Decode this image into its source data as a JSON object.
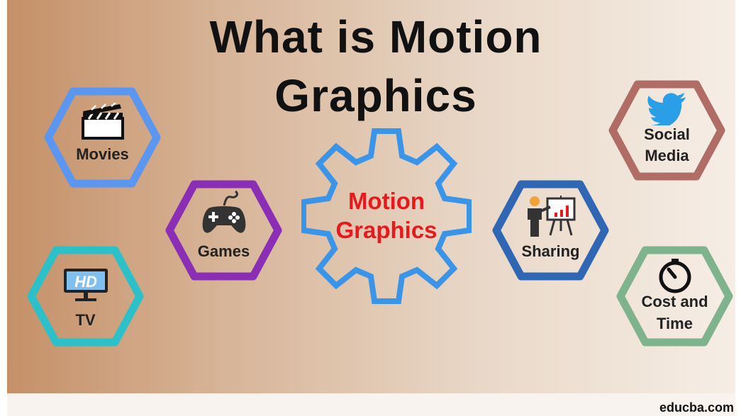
{
  "title": {
    "line1": "What is Motion",
    "line2": "Graphics"
  },
  "center": {
    "line1": "Motion",
    "line2": "Graphics",
    "color": "#e8191c",
    "outline_color": "#3a95e8"
  },
  "nodes": {
    "movies": {
      "label": "Movies",
      "icon": "clapperboard-icon",
      "color": "#5b96f0"
    },
    "tv": {
      "label": "TV",
      "icon": "hd-tv-icon",
      "icon_text": "HD",
      "color": "#2cc0c9"
    },
    "games": {
      "label": "Games",
      "icon": "gamepad-icon",
      "color": "#8a2eb5"
    },
    "sharing": {
      "label": "Sharing",
      "icon": "presentation-icon",
      "color": "#2f67b5"
    },
    "social": {
      "line1": "Social",
      "line2": "Media",
      "icon": "twitter-bird-icon",
      "color": "#b06d66"
    },
    "cost": {
      "line1": "Cost and",
      "line2": "Time",
      "icon": "stopwatch-icon",
      "color": "#7eb38e"
    }
  },
  "watermark": "educba.com"
}
